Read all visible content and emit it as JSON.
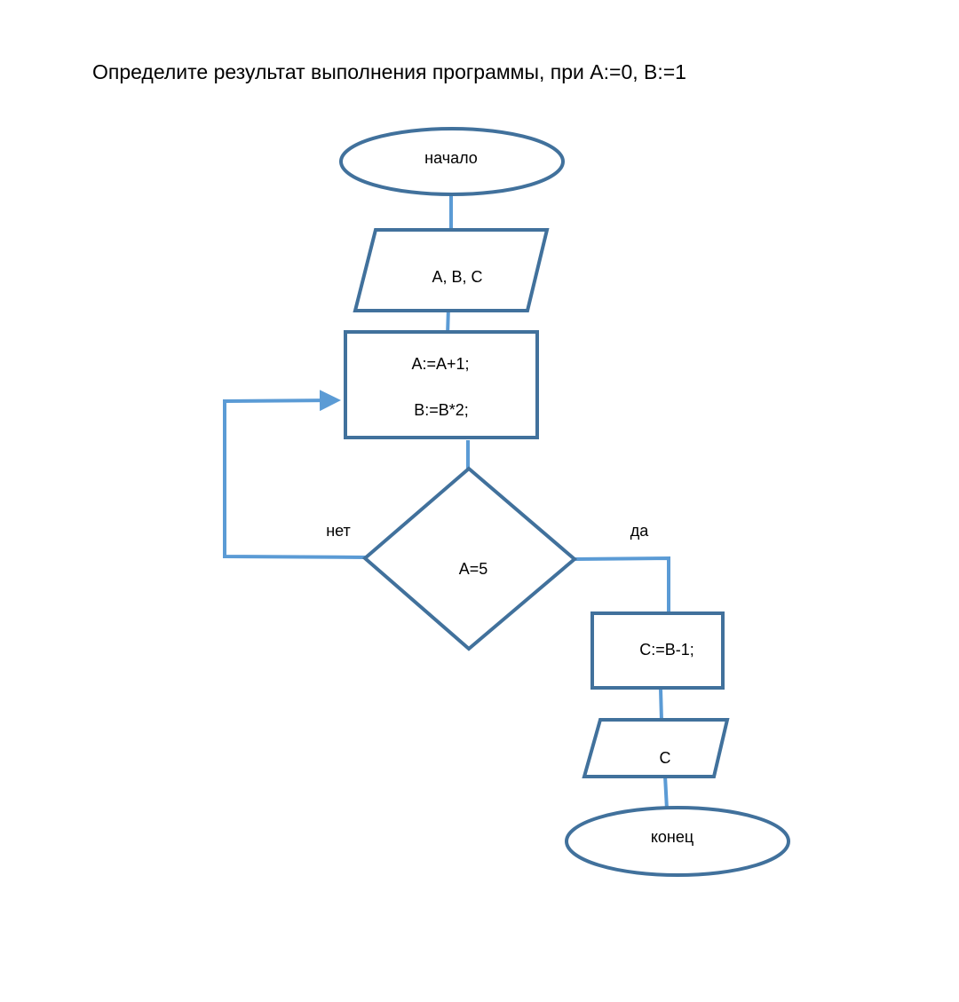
{
  "task": {
    "question": "Определите результат выполнения программы, при А:=0, В:=1"
  },
  "flowchart": {
    "start": "начало",
    "input": "А, В, С",
    "process": {
      "line1": "А:=А+1;",
      "line2": "В:=В*2;"
    },
    "decision": "А=5",
    "branch_no": "нет",
    "branch_yes": "да",
    "assign": "С:=В-1;",
    "output": "С",
    "end": "конец"
  },
  "colors": {
    "shape_stroke": "#41719c",
    "connector": "#5b9bd5"
  }
}
